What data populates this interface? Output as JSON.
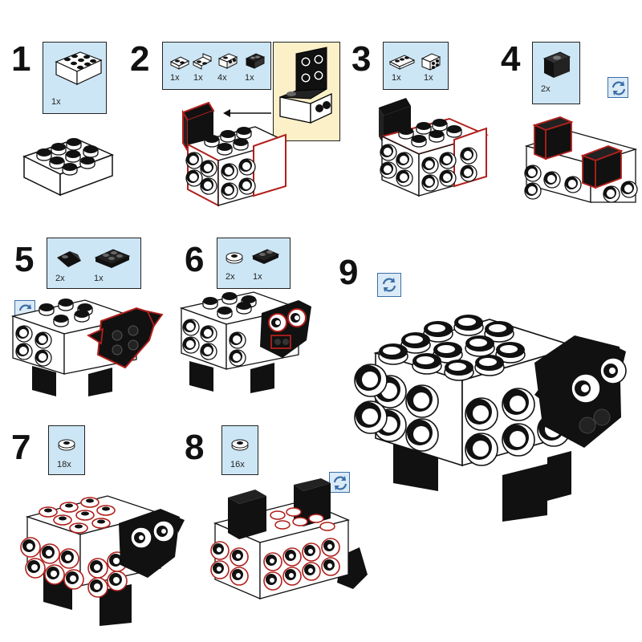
{
  "steps": [
    {
      "number": "1",
      "parts": [
        "1x"
      ]
    },
    {
      "number": "2",
      "parts": [
        "1x",
        "1x",
        "4x",
        "1x"
      ]
    },
    {
      "number": "3",
      "parts": [
        "1x",
        "1x"
      ]
    },
    {
      "number": "4",
      "parts": [
        "2x"
      ]
    },
    {
      "number": "5",
      "parts": [
        "2x",
        "1x"
      ]
    },
    {
      "number": "6",
      "parts": [
        "2x",
        "1x"
      ]
    },
    {
      "number": "7",
      "parts": [
        "18x"
      ]
    },
    {
      "number": "8",
      "parts": [
        "16x"
      ]
    },
    {
      "number": "9",
      "parts": []
    }
  ],
  "icons": {
    "rotate": "rotate-model-icon",
    "arrow": "insert-arrow-icon"
  },
  "colors": {
    "callout_blue": "#cde6f5",
    "callout_yellow": "#fbf0c8",
    "brick_black": "#111111",
    "brick_white": "#ffffff",
    "new_part_outline": "#b0201c",
    "rotate_icon": "#3a6fa8"
  }
}
